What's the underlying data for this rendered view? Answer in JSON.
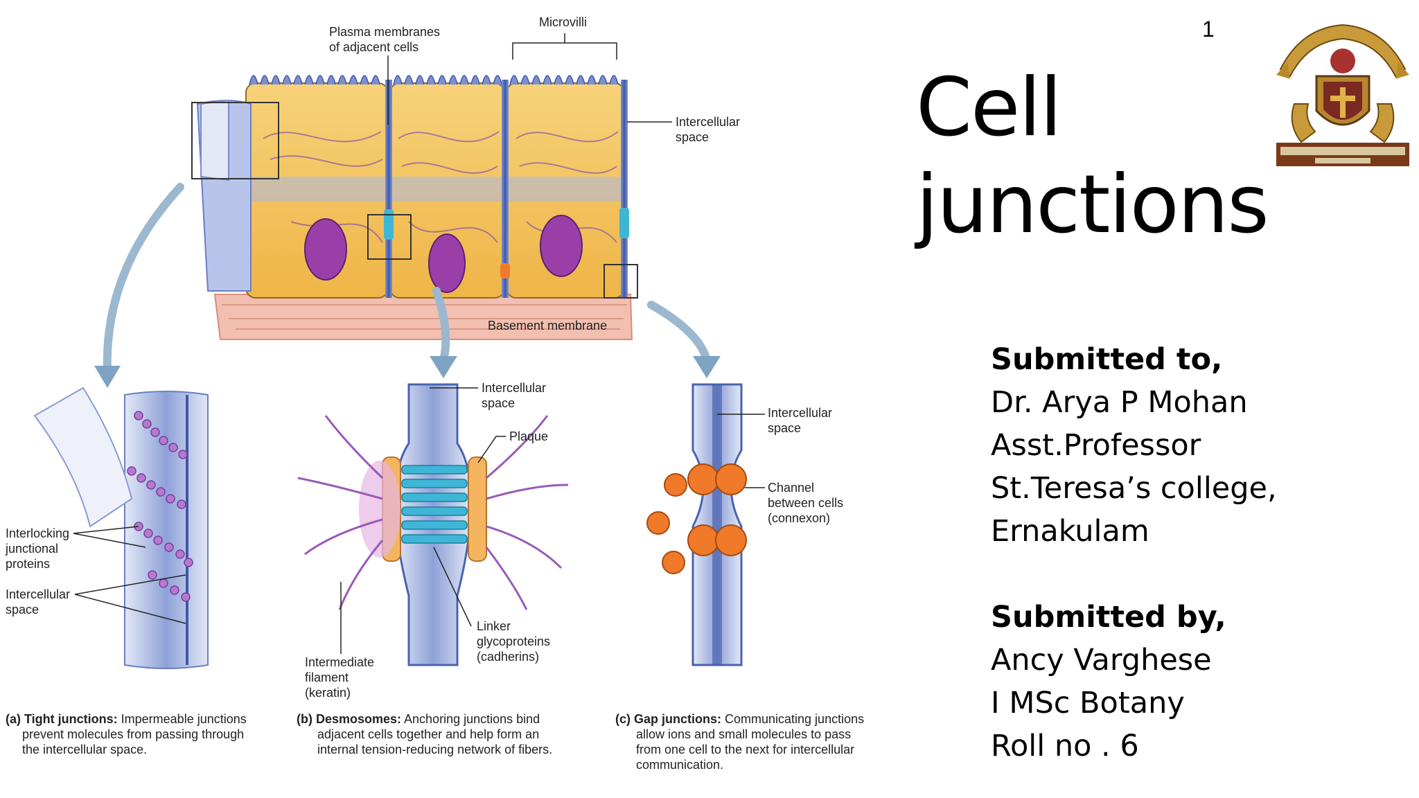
{
  "slide": {
    "page_number": "1",
    "title_line1": "Cell",
    "title_line2": "junctions"
  },
  "submitted_to": {
    "heading": "Submitted to,",
    "lines": [
      "Dr. Arya P Mohan",
      "Asst.Professor",
      "St.Teresa’s college,",
      "Ernakulam"
    ]
  },
  "submitted_by": {
    "heading": "Submitted by,",
    "lines": [
      "Ancy Varghese",
      "I MSc Botany",
      "Roll no . 6"
    ]
  },
  "diagram": {
    "labels": {
      "plasma_membranes_1": "Plasma membranes",
      "plasma_membranes_2": "of adjacent cells",
      "microvilli": "Microvilli",
      "intercellular_space_top_1": "Intercellular",
      "intercellular_space_top_2": "space",
      "basement_membrane": "Basement membrane",
      "interlocking_1": "Interlocking",
      "interlocking_2": "junctional",
      "interlocking_3": "proteins",
      "intercellular_space_a_1": "Intercellular",
      "intercellular_space_a_2": "space",
      "intercellular_space_b_1": "Intercellular",
      "intercellular_space_b_2": "space",
      "plaque": "Plaque",
      "linker_1": "Linker",
      "linker_2": "glycoproteins",
      "linker_3": "(cadherins)",
      "intermediate_1": "Intermediate",
      "intermediate_2": "filament",
      "intermediate_3": "(keratin)",
      "intercellular_space_c_1": "Intercellular",
      "intercellular_space_c_2": "space",
      "channel_1": "Channel",
      "channel_2": "between cells",
      "channel_3": "(connexon)"
    },
    "captions": {
      "a_bold": "(a) Tight junctions:",
      "a_1": " Impermeable junctions",
      "a_2": "prevent molecules from passing through",
      "a_3": "the intercellular space.",
      "b_bold": "(b) Desmosomes:",
      "b_1": " Anchoring junctions bind",
      "b_2": "adjacent cells together and help form an",
      "b_3": "internal tension-reducing network of fibers.",
      "c_bold": "(c) Gap junctions:",
      "c_1": " Communicating junctions",
      "c_2": "allow ions and small molecules to pass",
      "c_3": "from one cell to the next for intercellular",
      "c_4": "communication."
    },
    "colors": {
      "cytoplasm": "#f3c35a",
      "membrane": "#4a63b0",
      "nucleus": "#9b3fa8",
      "basement": "#f0b7a8",
      "connexon": "#f07a2a",
      "cadherin": "#3fb6d6",
      "plaque": "#f5b560"
    }
  }
}
